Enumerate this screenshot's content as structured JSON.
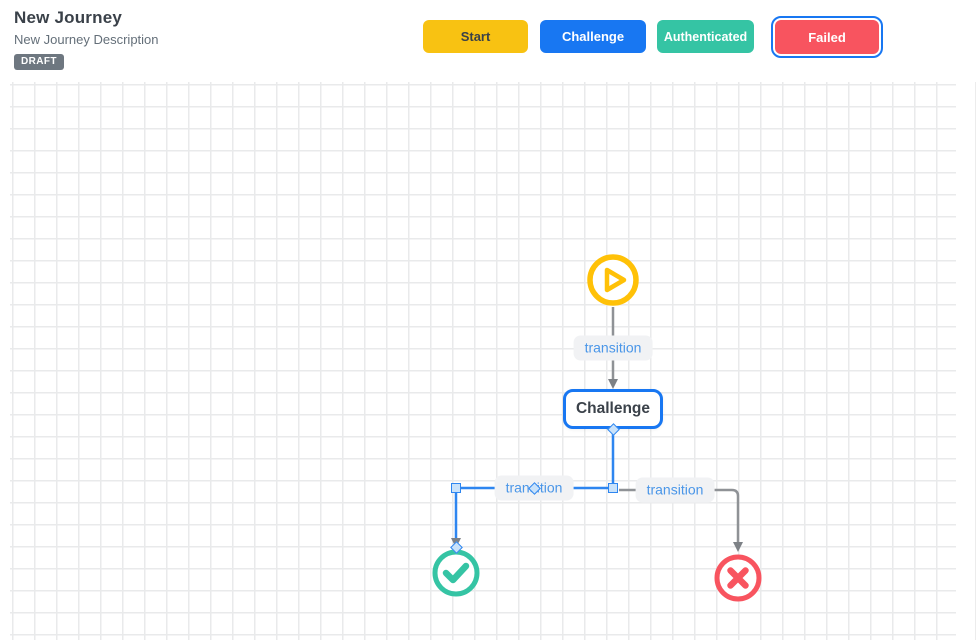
{
  "header": {
    "title": "New Journey",
    "description": "New Journey Description",
    "status_badge": "DRAFT"
  },
  "legend": {
    "selected_outline": "#1877F2",
    "buttons": [
      {
        "label": "Start",
        "color": "#F8C212",
        "text_color": "#3A4148",
        "selected": false
      },
      {
        "label": "Challenge",
        "color": "#1877F2",
        "text_color": "#FFFFFF",
        "selected": false
      },
      {
        "label": "Authenticated",
        "color": "#35C4A4",
        "text_color": "#FFFFFF",
        "selected": false
      },
      {
        "label": "Failed",
        "color": "#F8545F",
        "text_color": "#FFFFFF",
        "selected": true
      }
    ]
  },
  "canvas": {
    "grid_color": "#E9EAEB",
    "edge_colors": {
      "selected": "#2E86F0",
      "default": "#8F9296"
    },
    "arrow_color": "#7D8186",
    "handle_fill": "#C9E2FA",
    "handle_border": "#2E86F0",
    "transition_label_bg": "#F1F2F4",
    "transition_label_color": "#4A96E8",
    "nodes": [
      {
        "id": "start",
        "type": "start",
        "icon": "play-icon",
        "label": "",
        "color": "#FFC107"
      },
      {
        "id": "challenge",
        "type": "challenge",
        "icon": "",
        "label": "Challenge",
        "color": "#1877F2"
      },
      {
        "id": "authenticated",
        "type": "authenticated",
        "icon": "check-icon",
        "label": "",
        "color": "#35C4A4"
      },
      {
        "id": "failed",
        "type": "failed",
        "icon": "x-icon",
        "label": "",
        "color": "#F8545F"
      }
    ],
    "transitions": [
      {
        "label": "transition",
        "from": "start",
        "to": "challenge",
        "selected": false
      },
      {
        "label": "transition",
        "from": "challenge",
        "to": "authenticated",
        "selected": true
      },
      {
        "label": "transition",
        "from": "challenge",
        "to": "failed",
        "selected": false
      }
    ]
  }
}
